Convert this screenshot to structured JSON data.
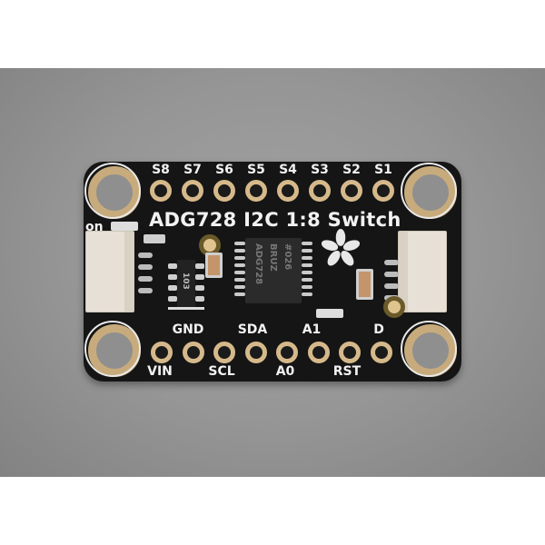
{
  "photo": {
    "subject": "ADG728 I2C 1:8 Switch breakout board",
    "background_color": "#969696",
    "board_color": "#151515",
    "pad_color": "#d6b98b",
    "silkscreen_color": "#f2f2f2"
  },
  "board": {
    "title": "ADG728 I2C 1:8 Switch",
    "power_led_label": "on",
    "top_pins": [
      "S8",
      "S7",
      "S6",
      "S5",
      "S4",
      "S3",
      "S2",
      "S1"
    ],
    "bottom_pins_upper_labels": [
      "GND",
      "SDA",
      "A1",
      "D"
    ],
    "bottom_pins_lower_labels": [
      "VIN",
      "SCL",
      "A0",
      "RST"
    ],
    "ic_marking": [
      "ADG728",
      "BRUZ",
      "#026"
    ],
    "resistor_network_marking": "103",
    "logo": "adafruit-flower-icon"
  }
}
